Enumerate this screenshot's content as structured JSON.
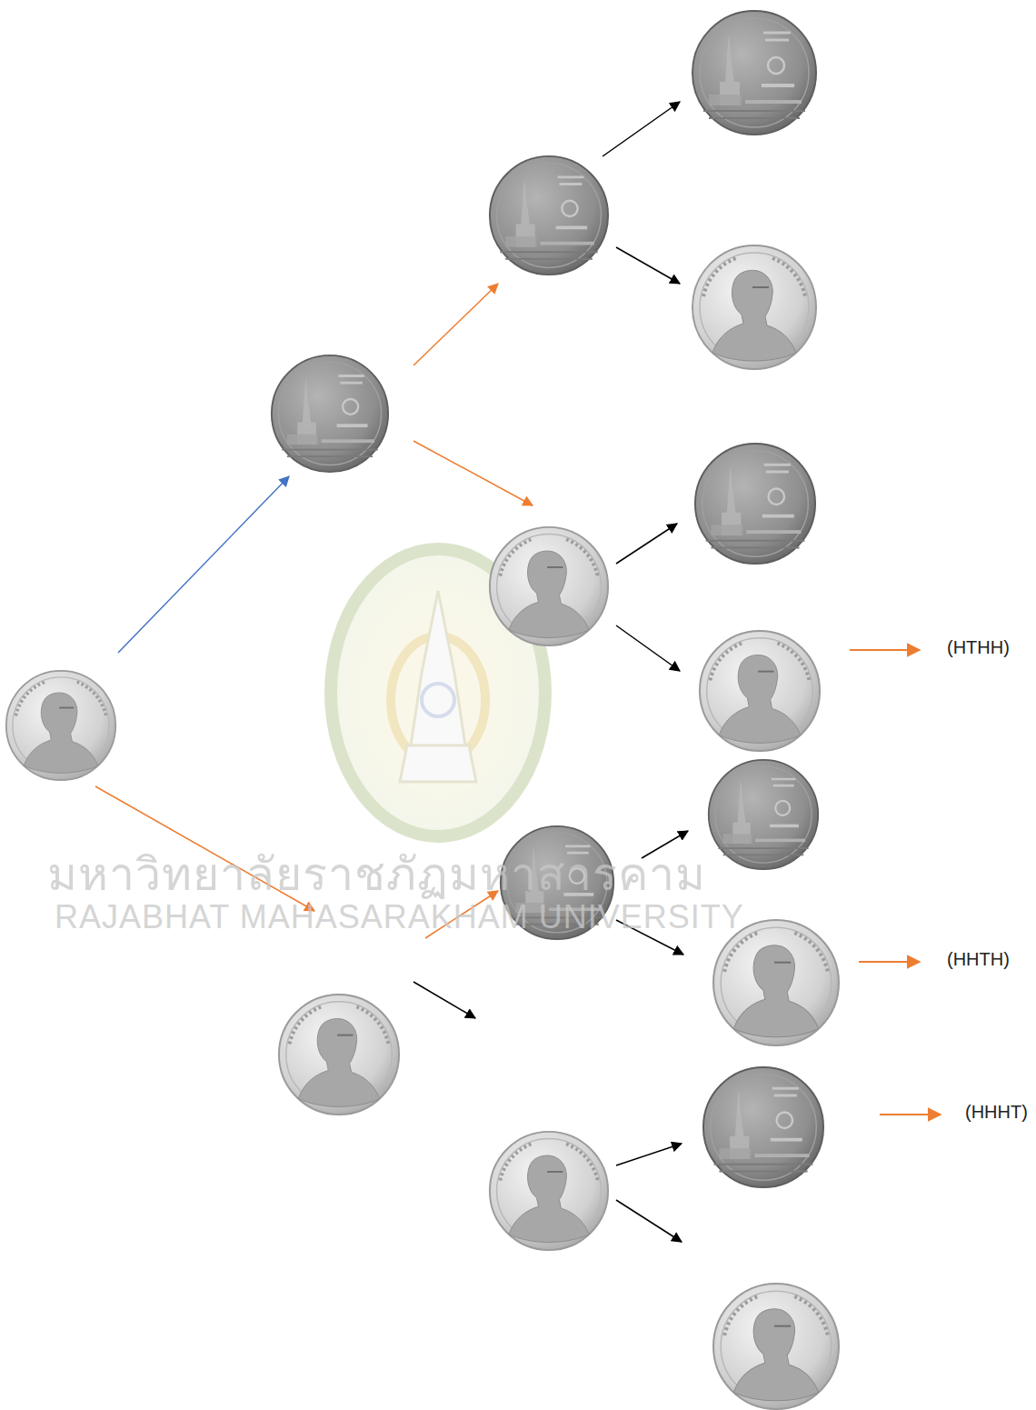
{
  "diagram": {
    "labels": [
      "(HTHH)",
      "(HHTH)",
      "(HHHT)",
      "มหาวิทยาลัยราชภัฏมหาสารคาม",
      "RAJABHAT MAHASARAKHAM UNIVERSITY"
    ]
  }
}
